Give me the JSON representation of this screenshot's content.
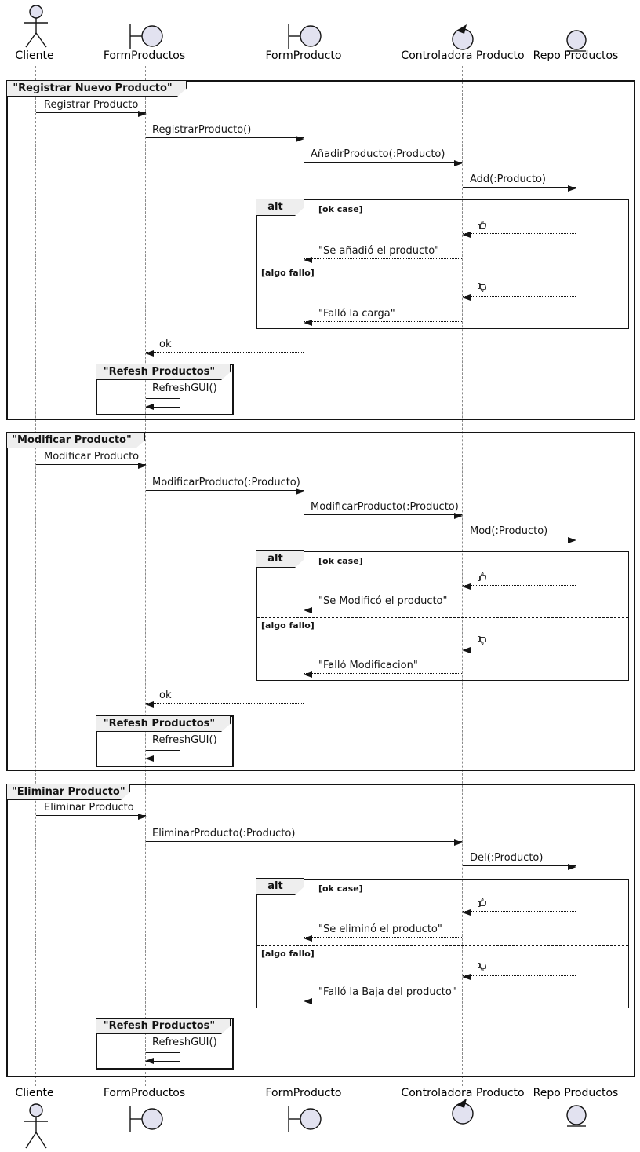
{
  "colors": {
    "shape_fill": "#E2E2F0",
    "line": "#141414",
    "header_fill": "#EEEEEE",
    "lifeline": "#8A8A8A"
  },
  "participants": [
    {
      "label": "Cliente",
      "type": "actor"
    },
    {
      "label": "FormProductos",
      "type": "boundary"
    },
    {
      "label": "FormProducto",
      "type": "boundary"
    },
    {
      "label": "Controladora Producto",
      "type": "control"
    },
    {
      "label": "Repo Productos",
      "type": "entity"
    }
  ],
  "groups": [
    {
      "title": "\"Registrar Nuevo Producto\"",
      "messages": {
        "m1": "Registrar Producto",
        "m2": "RegistrarProducto()",
        "m3": "AñadirProducto(:Producto)",
        "m4": "Add(:Producto)"
      },
      "alt": {
        "operator": "alt",
        "guard_ok": "[ok case]",
        "guard_fail": "[algo fallo]",
        "ok_icon": "thumbs-up",
        "fail_icon": "thumbs-down",
        "ok_reply": "\"Se añadió el producto\"",
        "fail_reply": "\"Falló la carga\""
      },
      "return": "ok",
      "refresh": {
        "title": "\"Refesh Productos\"",
        "message": "RefreshGUI()"
      }
    },
    {
      "title": "\"Modificar Producto\"",
      "messages": {
        "m1": "Modificar Producto",
        "m2": "ModificarProducto(:Producto)",
        "m3": "ModificarProducto(:Producto)",
        "m4": "Mod(:Producto)"
      },
      "alt": {
        "operator": "alt",
        "guard_ok": "[ok case]",
        "guard_fail": "[algo fallo]",
        "ok_icon": "thumbs-up",
        "fail_icon": "thumbs-down",
        "ok_reply": "\"Se Modificó el producto\"",
        "fail_reply": "\"Falló Modificacion\""
      },
      "return": "ok",
      "refresh": {
        "title": "\"Refesh Productos\"",
        "message": "RefreshGUI()"
      }
    },
    {
      "title": "\"Eliminar Producto\"",
      "messages": {
        "m1": "Eliminar Producto",
        "m2": "EliminarProducto(:Producto)",
        "m3": "Del(:Producto)"
      },
      "alt": {
        "operator": "alt",
        "guard_ok": "[ok case]",
        "guard_fail": "[algo fallo]",
        "ok_icon": "thumbs-up",
        "fail_icon": "thumbs-down",
        "ok_reply": "\"Se eliminó el producto\"",
        "fail_reply": "\"Falló la Baja del producto\""
      },
      "refresh": {
        "title": "\"Refesh Productos\"",
        "message": "RefreshGUI()"
      }
    }
  ]
}
